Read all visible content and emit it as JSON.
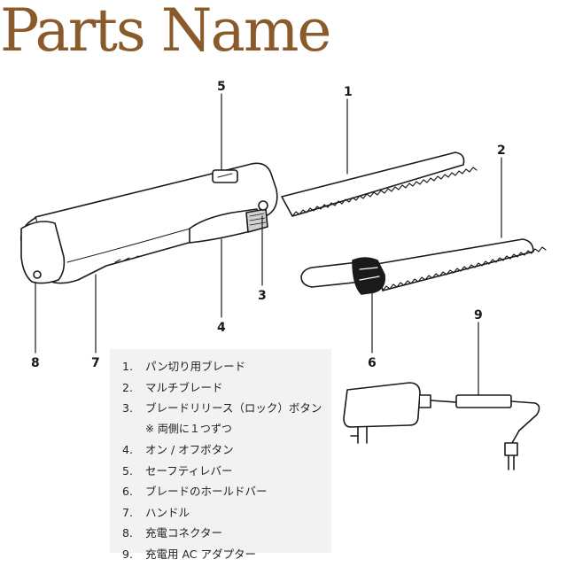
{
  "title": "Parts Name",
  "callouts": [
    "1",
    "2",
    "3",
    "4",
    "5",
    "6",
    "7",
    "8",
    "9"
  ],
  "legend": {
    "items": [
      {
        "num": "1.",
        "label": "パン切り用ブレード"
      },
      {
        "num": "2.",
        "label": "マルチブレード"
      },
      {
        "num": "3.",
        "label": "ブレードリリース（ロック）ボタン"
      },
      {
        "num": "",
        "label": "※ 両側に１つずつ"
      },
      {
        "num": "4.",
        "label": "オン / オフボタン"
      },
      {
        "num": "5.",
        "label": "セーフティレバー"
      },
      {
        "num": "6.",
        "label": "ブレードのホールドバー"
      },
      {
        "num": "7.",
        "label": "ハンドル"
      },
      {
        "num": "8.",
        "label": "充電コネクター"
      },
      {
        "num": "9.",
        "label": "充電用 AC アダプター"
      }
    ]
  },
  "colors": {
    "title": "#8a5a2b",
    "legend_bg": "#f2f2f2",
    "line": "#1a1a1a"
  }
}
